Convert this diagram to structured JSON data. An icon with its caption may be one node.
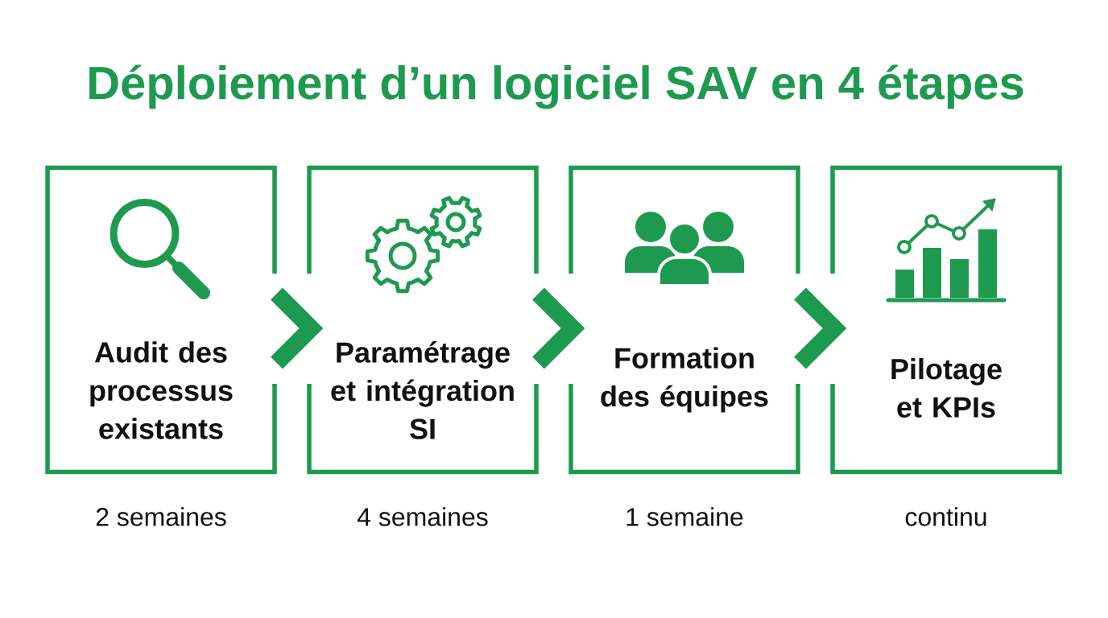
{
  "diagram": {
    "title": "Déploiement d’un logiciel SAV en 4 étapes",
    "nodes": [
      {
        "text": [
          "Audit des processus existants"
        ],
        "beside": [
          "2 semaines"
        ]
      },
      {
        "text": [
          "Paramétrage et intégration SI"
        ],
        "beside": [
          "4 semaines"
        ]
      },
      {
        "text": [
          "Formation des équipes"
        ],
        "beside": [
          "1 semaine"
        ]
      },
      {
        "text": [
          "Pilotage et KPIs"
        ],
        "beside": [
          "continu"
        ]
      }
    ],
    "edges": [
      {
        "from": 0,
        "to": 1,
        "arrow": "to"
      },
      {
        "from": 1,
        "to": 2,
        "arrow": "to"
      },
      {
        "from": 2,
        "to": 3,
        "arrow": "to"
      }
    ]
  }
}
